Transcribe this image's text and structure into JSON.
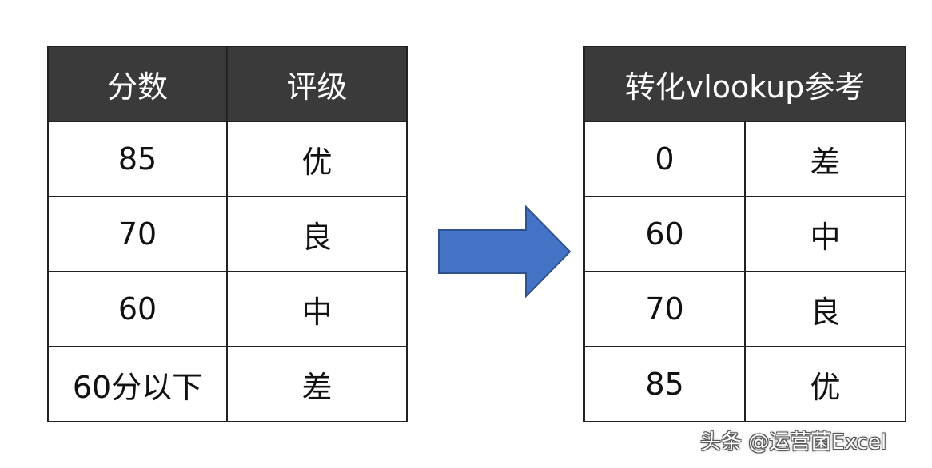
{
  "left_table": {
    "headers": [
      "分数",
      "评级"
    ],
    "rows": [
      [
        "85",
        "优"
      ],
      [
        "70",
        "良"
      ],
      [
        "60",
        "中"
      ],
      [
        "60分以下",
        "差"
      ]
    ]
  },
  "right_table": {
    "header": "转化vlookup参考",
    "rows": [
      [
        "0",
        "差"
      ],
      [
        "60",
        "中"
      ],
      [
        "70",
        "良"
      ],
      [
        "85",
        "优"
      ]
    ]
  },
  "arrow": {
    "color": "#4472c4",
    "border_color": "#2f528f"
  },
  "watermark": "头条 @运营菌Excel"
}
